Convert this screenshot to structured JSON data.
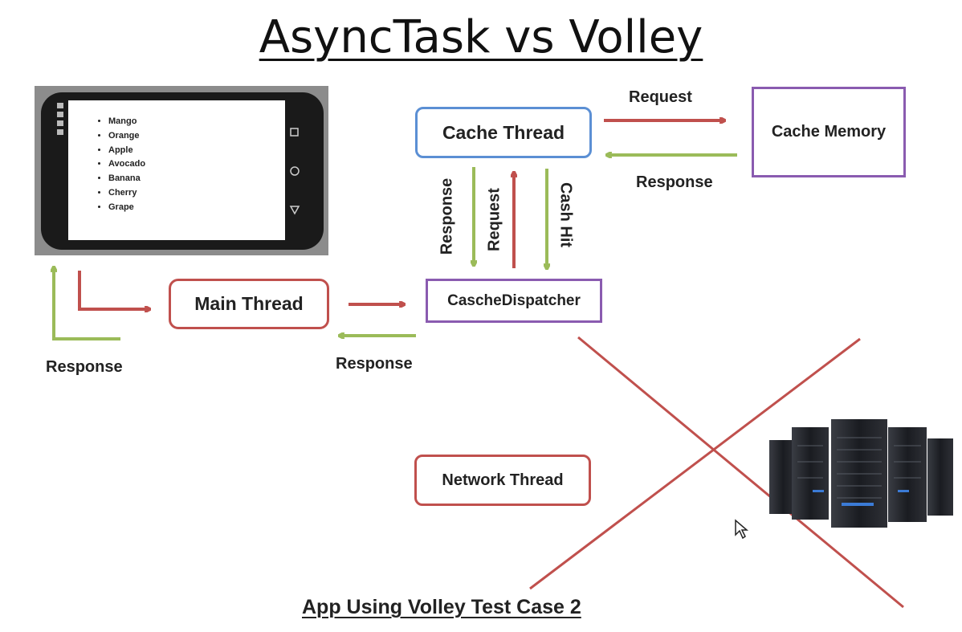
{
  "title": "AsyncTask vs Volley",
  "footer": "App Using Volley Test Case 2",
  "phone": {
    "fruits": [
      "Mango",
      "Orange",
      "Apple",
      "Avocado",
      "Banana",
      "Cherry",
      "Grape"
    ],
    "nav_icons": [
      "square-icon",
      "circle-icon",
      "triangle-icon"
    ]
  },
  "boxes": {
    "cache_thread": "Cache Thread",
    "cache_memory": "Cache Memory",
    "main_thread": "Main Thread",
    "dispatcher": "CascheDispatcher",
    "network_thread": "Network Thread"
  },
  "labels": {
    "request_top": "Request",
    "response_top": "Response",
    "response_vertical": "Response",
    "request_vertical": "Request",
    "cash_hit": "Cash Hit",
    "response_left": "Response",
    "response_middle": "Response"
  },
  "colors": {
    "request_arrow": "#c0504d",
    "response_arrow": "#9bbb59",
    "cache_thread_border": "#5b8fd4",
    "purple_border": "#8a5bb0",
    "cross": "#c0504d"
  }
}
